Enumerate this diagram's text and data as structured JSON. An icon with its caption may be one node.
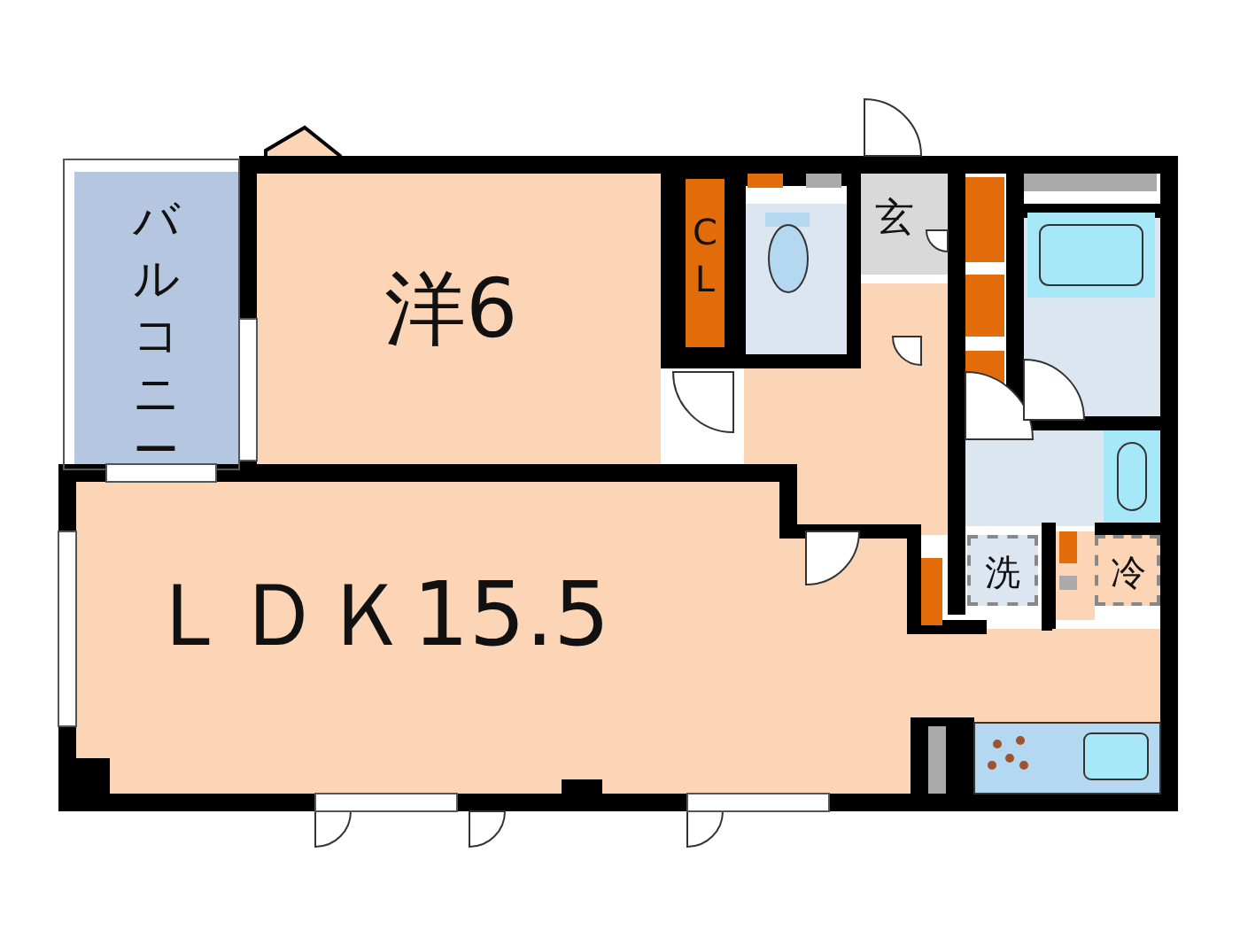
{
  "diagram": {
    "nodes": [
      {
        "text": [
          "バルコニー"
        ]
      },
      {
        "text": [
          "洋6"
        ]
      },
      {
        "text": [
          "CL"
        ]
      },
      {
        "text": [
          "玄"
        ]
      },
      {
        "text": [
          "ＬＤＫ15.5"
        ]
      },
      {
        "text": [
          "洗"
        ]
      },
      {
        "text": [
          "冷"
        ]
      }
    ]
  }
}
